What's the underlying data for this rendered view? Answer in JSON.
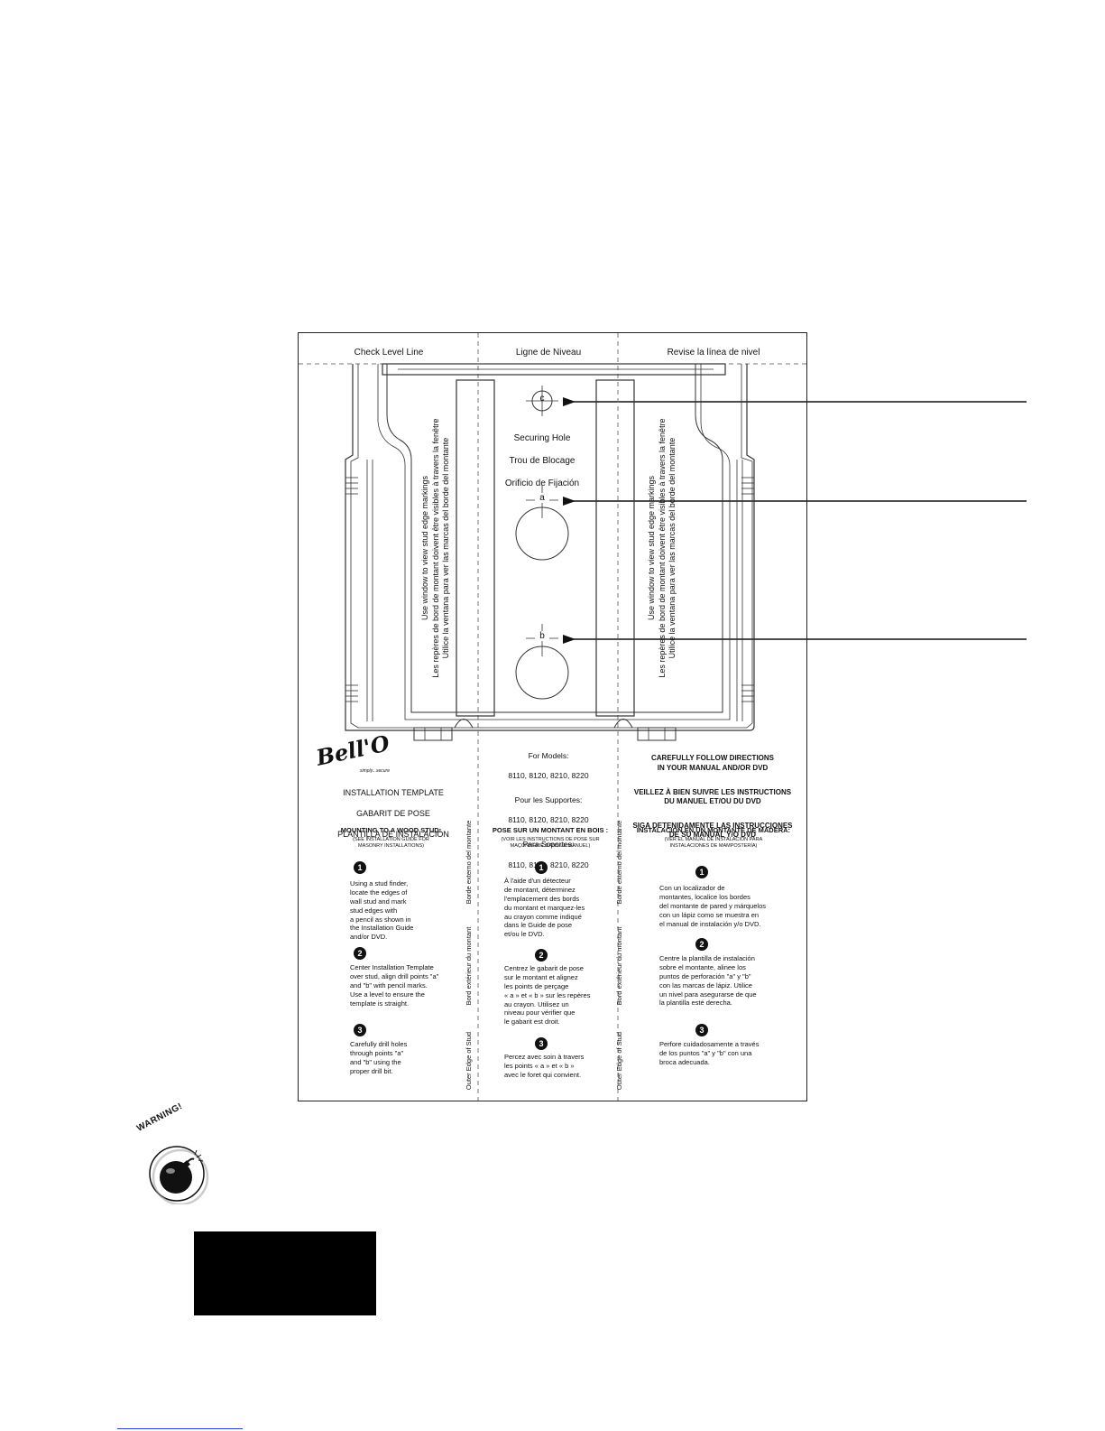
{
  "template": {
    "level_labels": [
      "Check Level Line",
      "Ligne de Niveau",
      "Revise la línea de nivel"
    ],
    "securing_hole": [
      "Securing Hole",
      "Trou de Blocage",
      "Orificio de Fijación"
    ],
    "hole_letters": {
      "c": "c",
      "a": "a",
      "b": "b"
    },
    "window_text": [
      "Use window to view stud edge markings",
      "Les repères de bord de montant doivent être visibles à travers la fenêtre",
      "Utilice la ventana para ver las marcas del borde del montante"
    ],
    "brand": {
      "logo": "Bell'O",
      "tagline": "simply...secure"
    },
    "title_lines": [
      "INSTALLATION TEMPLATE",
      "GABARIT DE POSE",
      "PLANTILLA DE INSTALACIÓN"
    ],
    "models": [
      {
        "label": "For Models:",
        "list": "8110, 8120, 8210, 8220"
      },
      {
        "label": "Pour les Supportes:",
        "list": "8110, 8120, 8210, 8220"
      },
      {
        "label": "Para Soportes:",
        "list": "8110, 8120, 8210, 8220"
      }
    ],
    "directions": [
      "CAREFULLY FOLLOW DIRECTIONS\nIN YOUR MANUAL AND/OR DVD",
      "VEILLEZ À BIEN SUIVRE  LES INSTRUCTIONS\nDU MANUEL  ET/OU DU DVD",
      "SIGA DETENIDAMENTE LAS INSTRUCCIONES\nDE SU MANUAL Y/O DVD"
    ],
    "stud_edge_left": "Outer Edge of Stud",
    "stud_edge_mid_fr": "Bord extérieur du montant",
    "stud_edge_mid_es": "Borde externo del montante",
    "columns": {
      "en": {
        "heading": "MOUNTING TO A WOOD STUD:",
        "sub": "(SEE INSTALLATION GUIDE FOR\nMASONRY INSTALLATIONS)",
        "steps": [
          "Using a stud finder,\nlocate the edges of\nwall stud and mark\nstud edges with\na pencil as shown in\nthe Installation Guide\nand/or DVD.",
          "Center Installation Template\nover stud, align drill points \"a\"\nand \"b\" with pencil marks.\nUse a level to ensure the\ntemplate is straight.",
          "Carefully drill holes\nthrough points \"a\"\nand \"b\" using the\nproper drill bit."
        ]
      },
      "fr": {
        "heading": "POSE SUR UN MONTANT EN BOIS :",
        "sub": "(VOIR LES INSTRUCTIONS DE POSE SUR\nMAÇONNERIE DANS LE MANUEL)",
        "steps": [
          "À l'aide d'un détecteur\nde montant, déterminez\nl'emplacement des bords\ndu montant et marquez-les\nau crayon comme indiqué\ndans le Guide de pose\net/ou le DVD.",
          "Centrez le gabarit de pose\nsur le montant et alignez\nles points de perçage\n« a » et « b » sur les repères\nau crayon. Utilisez un\nniveau pour vérifier que\nle gabarit est droit.",
          "Percez avec soin à travers\nles points « a » et « b »\navec le foret qui convient."
        ]
      },
      "es": {
        "heading": "INSTALACIÓN EN UN MONTANTE DE MADERA:",
        "sub": "(VER EL MANUAL DE INSTALACIÓN PARA\nINSTALACIONES DE MAMPOSTERÍA)",
        "steps": [
          "Con un localizador de\nmontantes, localice los bordes\ndel montante de pared y márquelos\ncon un lápiz como se muestra en\nel manual de instalación y/o DVD.",
          "Centre la plantilla de instalación\nsobre el montante, alinee los\npuntos de perforación \"a\" y \"b\"\ncon las marcas de lápiz. Utilice\nun nivel para asegurarse de que\nla plantilla esté derecha.",
          "Perfore cuidadosamente a través\nde los puntos \"a\" y \"b\" con una\nbroca adecuada."
        ]
      }
    },
    "step_numbers": [
      "1",
      "2",
      "3"
    ]
  },
  "warning_icon": {
    "label": "WARNING!"
  },
  "colors": {
    "ink": "#111111",
    "rule_blue": "#2b3fd1",
    "black_box": "#000000"
  }
}
